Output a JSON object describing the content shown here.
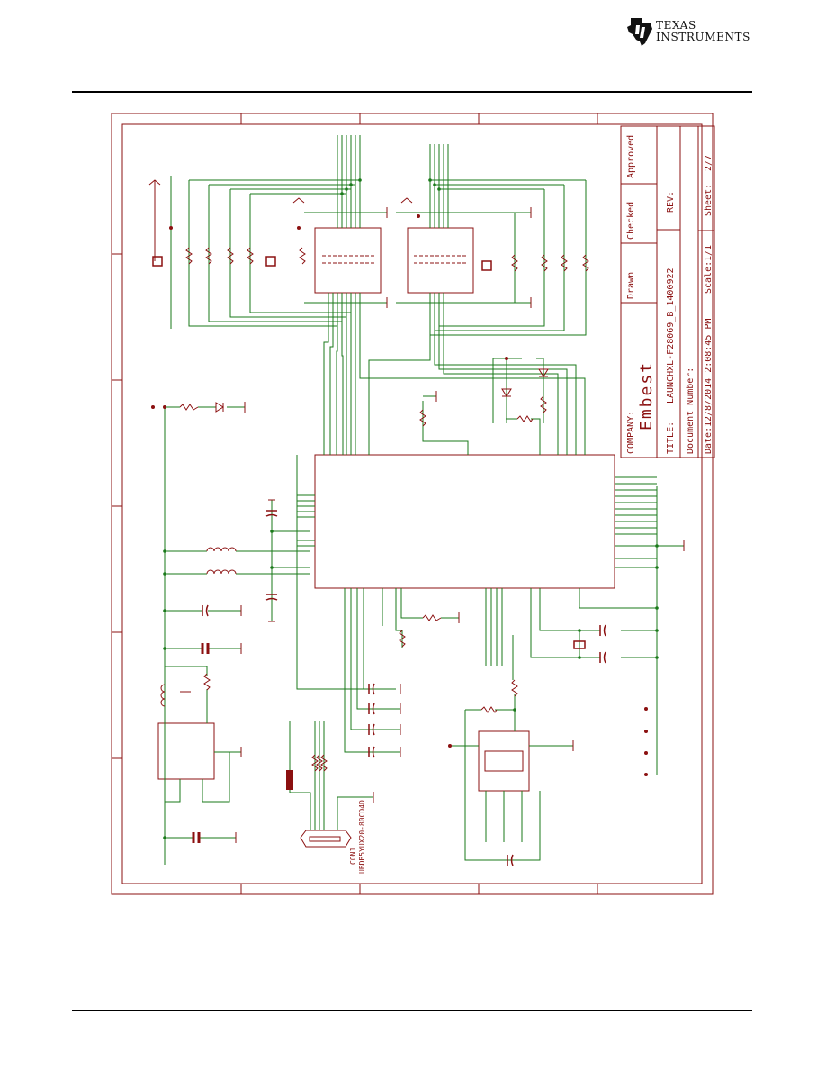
{
  "logo": {
    "line1": "TEXAS",
    "line2": "INSTRUMENTS"
  },
  "title_block": {
    "labels": {
      "drawn": "Drawn",
      "checked": "Checked",
      "approved": "Approved",
      "company": "COMPANY:",
      "title": "TITLE:",
      "rev": "REV:",
      "document_number": "Document Number:",
      "date": "Date:",
      "scale": "Scale:",
      "sheet": "Sheet:"
    },
    "company_name": "Embest",
    "title_value": "LAUNCHXL-F28069_B_1400922",
    "date_value": "12/8/2014 2:08:45 PM",
    "scale_value": "1/1",
    "sheet_value": "2/7"
  },
  "connector": {
    "ref": "CON1",
    "part": "UBDB5YUX20-80CD4D"
  },
  "colors": {
    "wire": "#1a7a1a",
    "part": "#8b1010",
    "page": "#ffffff",
    "text": "#000000"
  }
}
